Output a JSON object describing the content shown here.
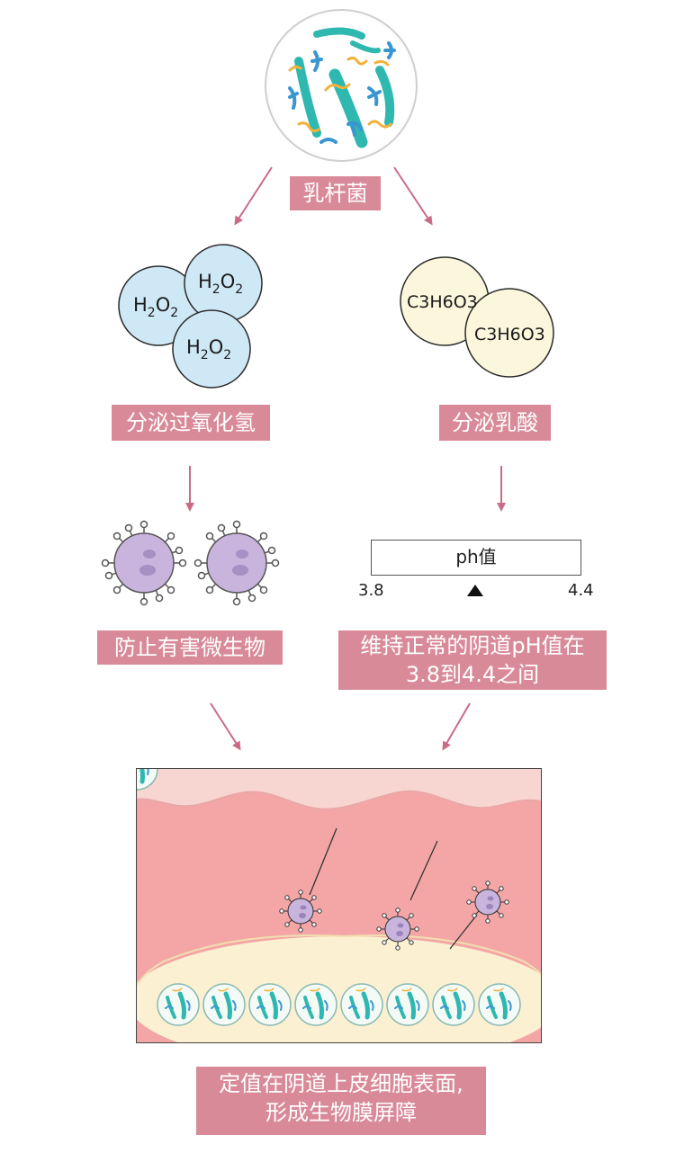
{
  "top": {
    "bacteria_label": "乳杆菌"
  },
  "left": {
    "molecules": {
      "h": "H",
      "sub2": "2",
      "o": "O"
    },
    "secrete_label": "分泌过氧化氢",
    "effect_label": "防止有害微生物"
  },
  "right": {
    "molecule": "C3H6O3",
    "secrete_label": "分泌乳酸",
    "ph_bar": {
      "title": "ph值",
      "min": "3.8",
      "max": "4.4",
      "marker_value": 4.1
    },
    "effect_label_line1": "维持正常的阴道pH值在",
    "effect_label_line2": "3.8到4.4之间"
  },
  "bottom": {
    "result_line1": "定值在阴道上皮细胞表面,",
    "result_line2": "形成生物膜屏障"
  },
  "colors": {
    "label_bg": "#d98a98",
    "arrow": "#c96b85",
    "h2o2_fill": "#cfe8f6",
    "lactic_fill": "#fbf6dc",
    "microbe": "#c8b4dc",
    "tissue": "#f4a6a6",
    "membrane": "#fbf1d2"
  }
}
